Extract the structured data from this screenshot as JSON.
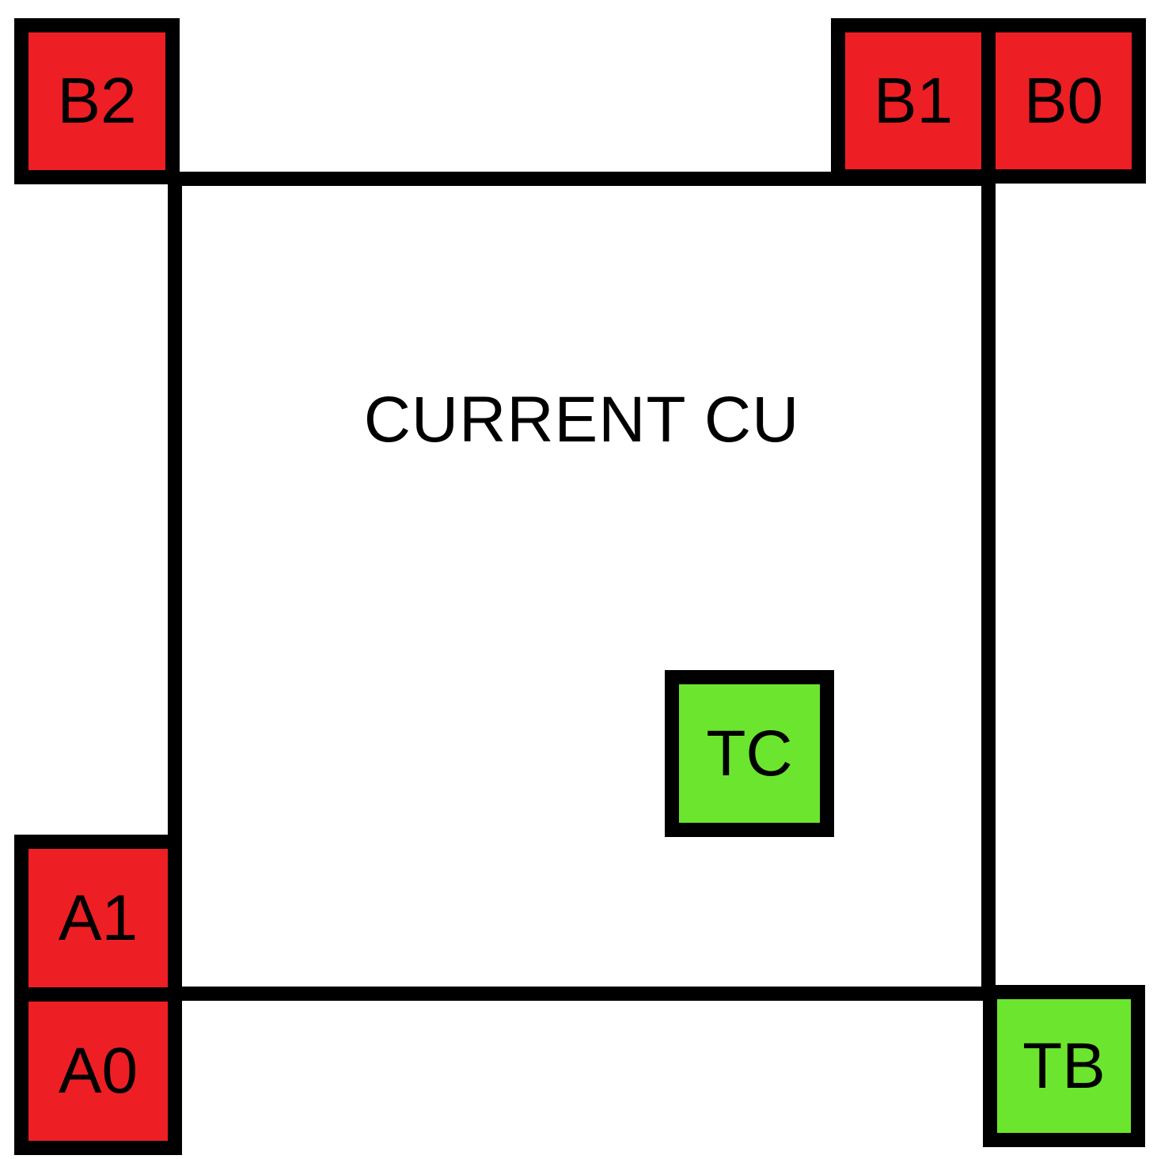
{
  "diagram": {
    "title": "CURRENT CU",
    "colors": {
      "red": "#ED1F24",
      "green": "#6CE52E",
      "border": "#000000",
      "background": "#FFFFFF"
    },
    "boxes": {
      "b2": {
        "label": "B2",
        "type": "red"
      },
      "b1": {
        "label": "B1",
        "type": "red"
      },
      "b0": {
        "label": "B0",
        "type": "red"
      },
      "a1": {
        "label": "A1",
        "type": "red"
      },
      "a0": {
        "label": "A0",
        "type": "red"
      },
      "tc": {
        "label": "TC",
        "type": "green"
      },
      "tb": {
        "label": "TB",
        "type": "green"
      }
    }
  }
}
